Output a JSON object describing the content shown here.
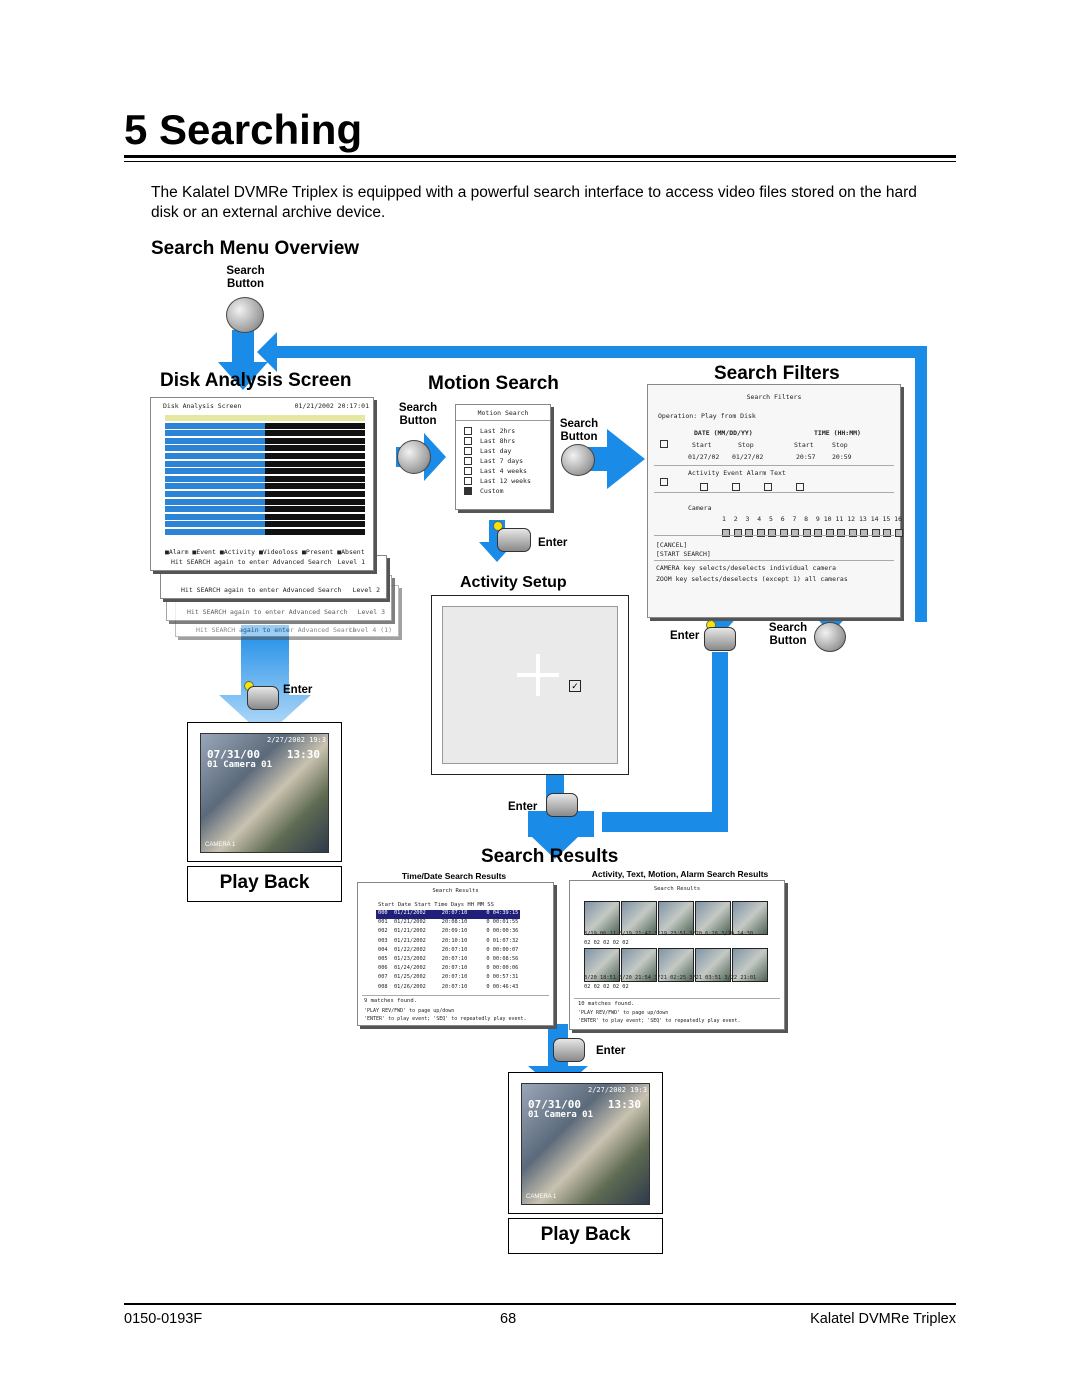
{
  "header": {
    "chapter_title": "5 Searching",
    "intro": "The Kalatel DVMRe Triplex is equipped with a powerful search interface to access video files stored on the hard disk or an external archive device.",
    "section_heading": "Search Menu Overview"
  },
  "diagram": {
    "search_button_label": [
      "Search",
      "Button"
    ],
    "enter_label": "Enter",
    "nodes": {
      "disk_analysis": "Disk Analysis Screen",
      "motion_search": "Motion Search",
      "search_filters": "Search Filters",
      "activity_setup": "Activity Setup",
      "search_results": "Search Results",
      "play_back": "Play Back"
    },
    "disk_analysis_screen": {
      "title": "Disk Analysis Screen",
      "datetime": "01/21/2002 20:17:01",
      "legend": [
        "Alarm",
        "Event",
        "Activity",
        "Videoloss",
        "Present",
        "Absent"
      ],
      "footer": "Hit SEARCH again to enter Advanced Search",
      "level": "Level 1",
      "level2": "Level 2",
      "level3": "Level 3",
      "level4": "Level 4 (1)"
    },
    "motion_search_screen": {
      "title": "Motion Search",
      "options": [
        "Last 2hrs",
        "Last 8hrs",
        "Last day",
        "Last 7 days",
        "Last 4 weeks",
        "Last 12 weeks",
        "Custom"
      ]
    },
    "search_filters_screen": {
      "title": "Search Filters",
      "operation": "Operation:   Play from Disk",
      "date_header": "DATE (MM/DD/YY)",
      "time_header": "TIME (HH:MM)",
      "start": "Start",
      "stop": "Stop",
      "date_start": "01/27/02",
      "date_stop": "01/27/02",
      "time_start": "20:57",
      "time_stop": "20:59",
      "types": [
        "Activity",
        "Event",
        "Alarm",
        "Text"
      ],
      "camera_label": "Camera",
      "cameras": "1  2  3  4  5  6  7  8  9 10 11 12 13 14 15 16",
      "cancel": "[CANCEL]",
      "start_search": "[START SEARCH]",
      "help1": "CAMERA key selects/deselects individual camera",
      "help2": "ZOOM key selects/deselects  (except 1) all cameras"
    },
    "playback_frame": {
      "date_overlay": "2/27/2002 19:3",
      "overlay_date": "07/31/00",
      "overlay_time": "13:30",
      "overlay_camera": "01 Camera 01",
      "camera_tag": "CAMERA 1"
    },
    "time_date_results": {
      "caption": "Time/Date Search Results",
      "title": "Search Results",
      "columns": [
        "Start Date",
        "Start Time",
        "Days HH MM SS"
      ],
      "rows": [
        [
          "000",
          "01/21/2002",
          "20:07:10",
          "0 04:39:15"
        ],
        [
          "001",
          "01/21/2002",
          "20:08:10",
          "0 00:01:55"
        ],
        [
          "002",
          "01/21/2002",
          "20:09:10",
          "0 00:00:36"
        ],
        [
          "003",
          "01/21/2002",
          "20:10:10",
          "0 01:07:32"
        ],
        [
          "004",
          "01/22/2002",
          "20:07:10",
          "0 00:00:07"
        ],
        [
          "005",
          "01/23/2002",
          "20:07:10",
          "0 00:08:56"
        ],
        [
          "006",
          "01/24/2002",
          "20:07:10",
          "0 00:00:06"
        ],
        [
          "007",
          "01/25/2002",
          "20:07:10",
          "0 00:57:31"
        ],
        [
          "008",
          "01/26/2002",
          "20:07:10",
          "0 00:46:43"
        ]
      ],
      "matches": "9   matches found.",
      "help1": "'PLAY REV/FWD' to page up/down",
      "help2": "'ENTER' to play event; 'SEQ' to repeatedly play event."
    },
    "event_results": {
      "caption": "Activity, Text,  Motion, Alarm  Search Results",
      "title": "Search Results",
      "row1": [
        "3/19 06:11",
        "3/19 21:42",
        "3/19 23:51",
        "3/20 6:26",
        "3/20 14:30"
      ],
      "row1b": [
        "02",
        "02",
        "02",
        "02",
        "02"
      ],
      "row2": [
        "3/20 18:51",
        "3/20 21:54",
        "3/21 02:25",
        "3/21 03:51",
        "3/22 21:01"
      ],
      "row2b": [
        "02",
        "02",
        "02",
        "02",
        "02"
      ],
      "matches": "10   matches found.",
      "help1": "'PLAY REV/FWD' to page up/down",
      "help2": "'ENTER' to play event; 'SEQ' to repeatedly play event."
    }
  },
  "footer": {
    "doc_number": "0150-0193F",
    "page": "68",
    "product": "Kalatel DVMRe Triplex"
  },
  "colors": {
    "arrow_blue": "#1a8be6",
    "arrow_light": "#9fd0f7"
  }
}
